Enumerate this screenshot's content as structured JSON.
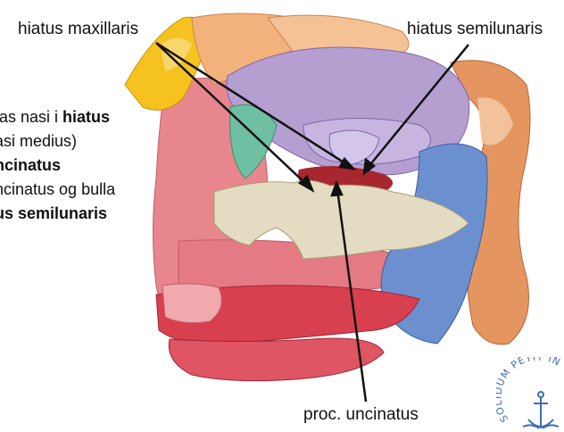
{
  "labels": {
    "hiatus_maxillaris": "hiatus maxillaris",
    "hiatus_semilunaris": "hiatus semilunaris",
    "proc_uncinatus": "proc. uncinatus"
  },
  "side_text": {
    "line1_a": "tas nasi i ",
    "line1_b": "hiatus",
    "line2": "asi medius)",
    "line3": "ncinatus",
    "line4": "ncinatus og bulla",
    "line5": "us semilunaris"
  },
  "logo": {
    "text": "SOLIDUM PETIT IN"
  },
  "colors": {
    "frontal_bone": "#f5c21f",
    "nasal_bone_peach": "#f3b27c",
    "ethmoid_purple": "#b59fd0",
    "maxilla_pink": "#e8868d",
    "palatine_blue": "#6b8fcf",
    "sphenoid_orange": "#e59660",
    "lacrimal_teal": "#6fbfa3",
    "turbinate_bone": "#e4dcc2",
    "palate_red": "#d9404f",
    "logo_blue": "#3c6fb0"
  }
}
